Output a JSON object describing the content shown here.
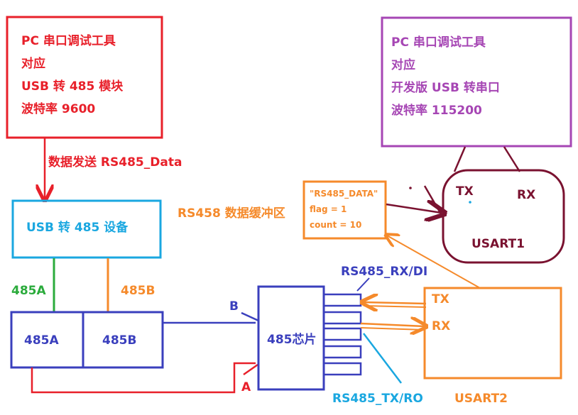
{
  "pc_serial_485": {
    "lines": [
      "PC 串口调试工具",
      "对应",
      "USB 转 485 模块",
      "波特率 9600"
    ]
  },
  "pc_serial_usb": {
    "lines": [
      "PC 串口调试工具",
      "对应",
      "开发版 USB 转串口",
      "波特率 115200"
    ]
  },
  "send_label": "数据发送 RS485_Data",
  "usb485_device": "USB 转 485 设备",
  "line_485a": "485A",
  "line_485b": "485B",
  "terminal_485a": "485A",
  "terminal_485b": "485B",
  "buffer_title": "RS458 数据缓冲区",
  "buffer": {
    "line1": "\"RS485_DATA\"",
    "line2": "flag = 1",
    "line3": "count = 10"
  },
  "usart1": {
    "tx": "TX",
    "rx": "RX",
    "name": "USART1"
  },
  "usart2": {
    "tx": "TX",
    "rx": "RX",
    "name": "USART2"
  },
  "chip": "485芯片",
  "pin_b": "B",
  "pin_a": "A",
  "rs485_rx_di": "RS485_RX/DI",
  "rs485_tx_ro": "RS485_TX/RO",
  "colors": {
    "red": "#e8202a",
    "purple": "#a646b4",
    "blue": "#3a3fbd",
    "cyan": "#1aa7e0",
    "orange": "#f58a2b",
    "maroon": "#7a1230",
    "green": "#2bab3c"
  }
}
